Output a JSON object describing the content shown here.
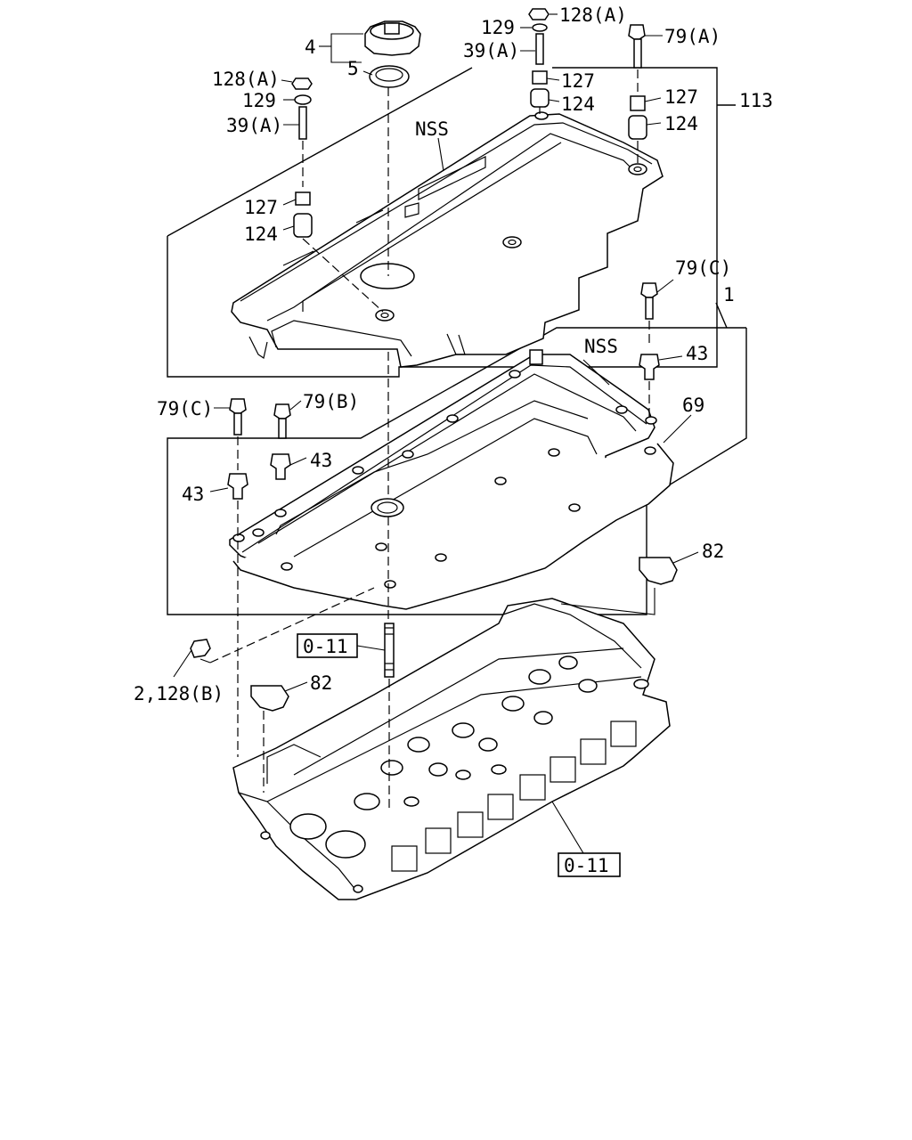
{
  "callouts": {
    "oil_cap": "4",
    "cap_seal": "5",
    "nut_top_right": "128(A)",
    "washer_top_right": "129",
    "stud_top_right": "39(A)",
    "bolt_top_right": "79(A)",
    "collar_mid_right": "127",
    "grommet_mid_right": "124",
    "collar_far_right": "127",
    "grommet_far_right": "124",
    "cover_assembly": "113",
    "nut_left": "128(A)",
    "washer_left": "129",
    "stud_left": "39(A)",
    "collar_left": "127",
    "grommet_left": "124",
    "nss_upper": "NSS",
    "bolt_c_right": "79(C)",
    "head_cover_assembly": "1",
    "nss_lower": "NSS",
    "bush_right": "43",
    "gasket": "69",
    "bolt_c_left": "79(C)",
    "bolt_b_left": "79(B)",
    "bush_mid": "43",
    "bush_left": "43",
    "plug_right": "82",
    "ref_box_upper": "0-11",
    "nut_bottom": "2,128(B)",
    "plug_left": "82",
    "ref_box_lower": "0-11"
  }
}
